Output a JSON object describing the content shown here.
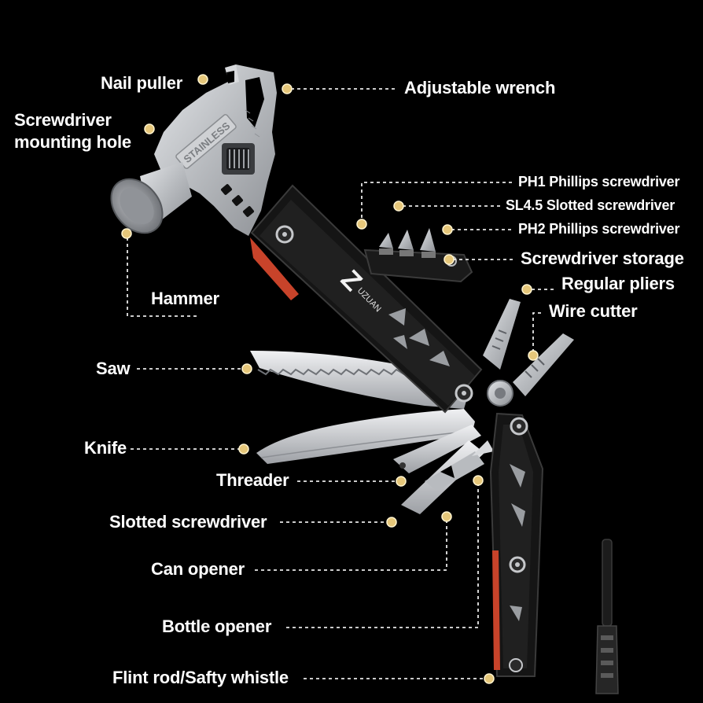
{
  "brand_text": "UZUAN",
  "brand_mark": "Z",
  "stamp_text": "STAINLESS",
  "colors": {
    "background": "#000000",
    "label": "#ffffff",
    "leader": "#e8e8e8",
    "dot": "#e6c77a",
    "steel": "#c9ccd0",
    "handle": "#141414",
    "accent": "#c8432a"
  },
  "labels": {
    "nail_puller": "Nail puller",
    "adjustable_wrench": "Adjustable wrench",
    "screwdriver_mounting_hole_l1": "Screwdriver",
    "screwdriver_mounting_hole_l2": "mounting hole",
    "ph1": "PH1 Phillips screwdriver",
    "sl45": "SL4.5 Slotted screwdriver",
    "ph2": "PH2 Phillips screwdriver",
    "screwdriver_storage": "Screwdriver storage",
    "regular_pliers": "Regular pliers",
    "wire_cutter": "Wire cutter",
    "hammer": "Hammer",
    "saw": "Saw",
    "knife": "Knife",
    "threader": "Threader",
    "slotted_screwdriver": "Slotted screwdriver",
    "can_opener": "Can opener",
    "bottle_opener": "Bottle opener",
    "flint_rod": "Flint rod/Safty whistle"
  }
}
